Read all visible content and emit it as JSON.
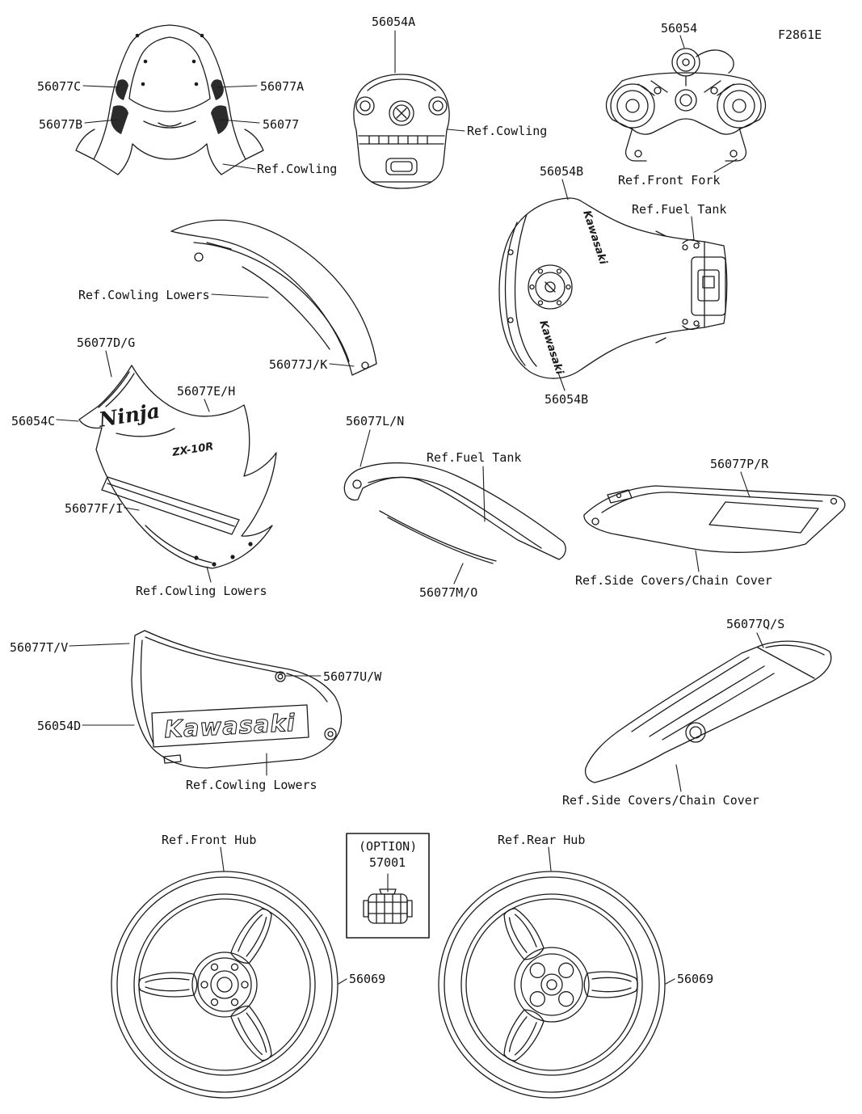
{
  "figure": {
    "code": "F2861E"
  },
  "labels": {
    "p56077C": "56077C",
    "p56077A": "56077A",
    "p56077B": "56077B",
    "p56077": "56077",
    "p56054A": "56054A",
    "p56054": "56054",
    "p56054B": "56054B",
    "p56054C": "56054C",
    "p56054D": "56054D",
    "p56077JK": "56077J/K",
    "p56077DG": "56077D/G",
    "p56077EH": "56077E/H",
    "p56077FI": "56077F/I",
    "p56077LN": "56077L/N",
    "p56077MO": "56077M/O",
    "p56077PR": "56077P/R",
    "p56077QS": "56077Q/S",
    "p56077TV": "56077T/V",
    "p56077UW": "56077U/W",
    "p56069": "56069",
    "p57001": "57001",
    "option": "(OPTION)"
  },
  "refs": {
    "cowling": "Ref.Cowling",
    "front_fork": "Ref.Front Fork",
    "fuel_tank": "Ref.Fuel Tank",
    "cowling_lowers": "Ref.Cowling Lowers",
    "side_covers_chain_cover": "Ref.Side Covers/Chain Cover",
    "front_hub": "Ref.Front Hub",
    "rear_hub": "Ref.Rear Hub"
  },
  "decals": {
    "kawasaki_script": "Kawasaki",
    "kawasaki_block": "Kawasaki",
    "ninja": "Ninja",
    "model": "ZX-10R"
  },
  "colors": {
    "line": "#1b1b1b",
    "background": "#ffffff"
  }
}
